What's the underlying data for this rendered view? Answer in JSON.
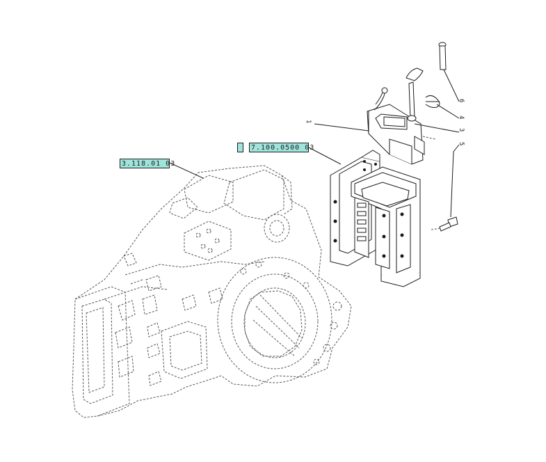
{
  "references": {
    "ref_a": "3.118.01 03",
    "ref_b": "7.100.0500 03"
  },
  "callouts": {
    "c1": "1",
    "c3": "3",
    "c4": "4",
    "c5": "5",
    "c6": "6"
  },
  "colors": {
    "label_fill": "#9fe5dc",
    "line": "#1a1a1a",
    "dashed": "#555555"
  }
}
